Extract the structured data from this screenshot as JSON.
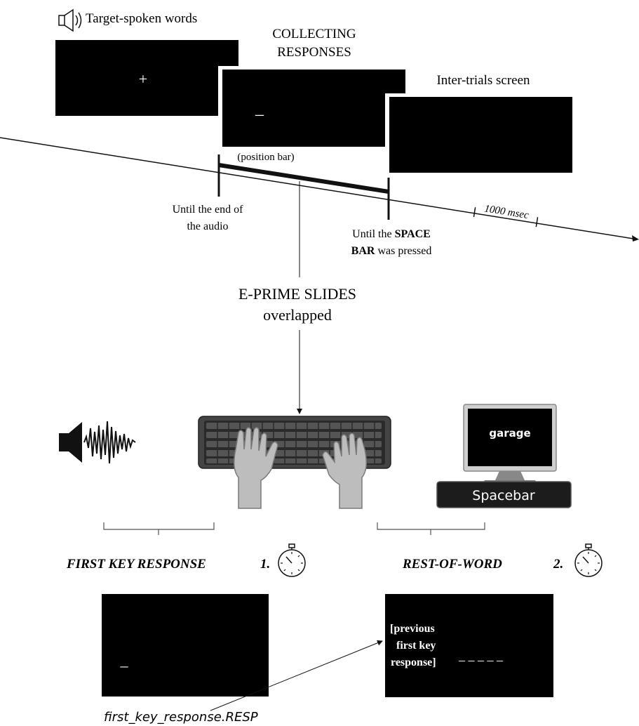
{
  "title": {
    "audio_caption": "Target-spoken words",
    "collecting_line1": "COLLECTING",
    "collecting_line2": "RESPONSES",
    "intertrial_caption": "Inter-trials screen"
  },
  "screens": {
    "fixation_symbol": "+",
    "response_symbol": "–"
  },
  "timeline": {
    "position_bar_label": "(position bar)",
    "until_audio_line1": "Until the end of",
    "until_audio_line2": "the audio",
    "space_line1_prefix": "Until the ",
    "space_line1_bold": "SPACE",
    "space_line2_bold": "BAR",
    "space_line2_suffix": " was pressed",
    "interval_label": "1000 msec"
  },
  "overlap": {
    "line1": "E-PRIME SLIDES",
    "line2": "overlapped"
  },
  "devices": {
    "monitor_word": "garage",
    "spacebar_label": "Spacebar",
    "speaker_icon": "speaker-icon",
    "keyboard_icon": "keyboard-icon",
    "monitor_icon": "monitor-icon",
    "stopwatch_icon": "stopwatch-icon"
  },
  "phases": {
    "first_label": "FIRST KEY RESPONSE",
    "first_number": "1.",
    "rest_label": "REST-OF-WORD",
    "rest_number": "2."
  },
  "bottom_screens": {
    "first_symbol": "–",
    "prev_line1": "[previous",
    "prev_line2": "first key",
    "prev_line3": "response]",
    "dashes": "– – – – –",
    "resp_caption": "first_key_response.RESP"
  }
}
